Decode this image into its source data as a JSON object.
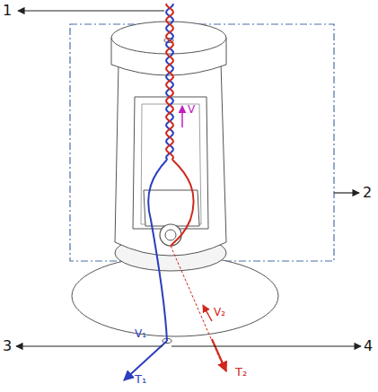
{
  "diagram": {
    "labels": [
      "1",
      "2",
      "3",
      "4",
      "V",
      "V₁",
      "V₂",
      "T₁",
      "T₂"
    ]
  }
}
